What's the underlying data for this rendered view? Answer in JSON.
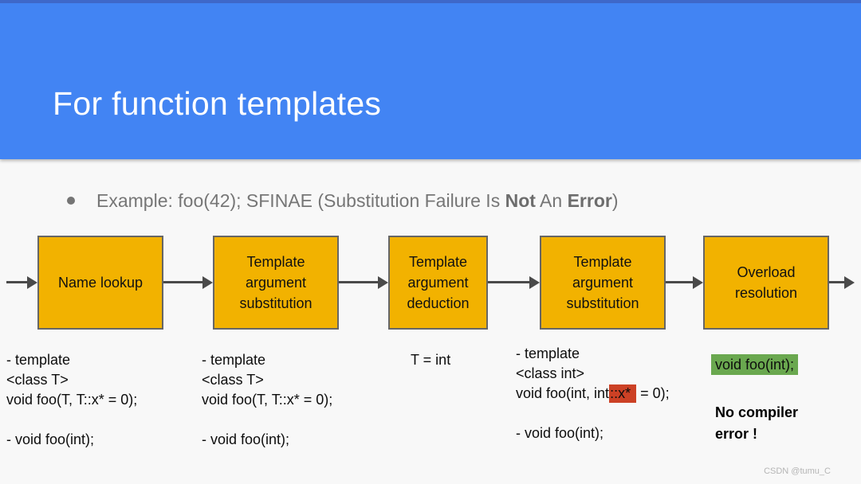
{
  "header": {
    "title": "For function templates"
  },
  "bullet": {
    "pre": "Example: foo(42); SFINAE (Substitution Failure Is ",
    "bold1": "Not",
    "mid": " An ",
    "bold2": "Error",
    "post": ")"
  },
  "flow": {
    "stages": [
      {
        "label": "Name lookup"
      },
      {
        "label": "Template argument substitution"
      },
      {
        "label": "Template argument deduction"
      },
      {
        "label": "Template argument substitution"
      },
      {
        "label": "Overload resolution"
      }
    ]
  },
  "notes": {
    "col1": {
      "lines": [
        "- template",
        "<class T>",
        "void foo(T, T::x* = 0);",
        "- void foo(int);"
      ]
    },
    "col2": {
      "lines": [
        "- template",
        "<class T>",
        "void foo(T, T::x* = 0);",
        "- void foo(int);"
      ]
    },
    "col3": {
      "text": "T = int"
    },
    "col4": {
      "line1": "- template",
      "line2": "<class int>",
      "line3_prefix": "void foo(int, int",
      "line3_highlight": "::x*",
      "line3_suffix": " = 0);",
      "line5": "- void foo(int);"
    },
    "col5": {
      "highlight": "void foo(int);",
      "result_line1": "No compiler",
      "result_line2": "error !"
    }
  },
  "colors": {
    "header_blue": "#4284F3",
    "header_top_strip": "#3E68C9",
    "box_fill": "#F2B200",
    "box_border": "#666666",
    "arrow": "#4A4A4A",
    "red_highlight": "#CC4125",
    "green_highlight": "#6AA84F"
  },
  "watermark": "CSDN @tumu_C"
}
